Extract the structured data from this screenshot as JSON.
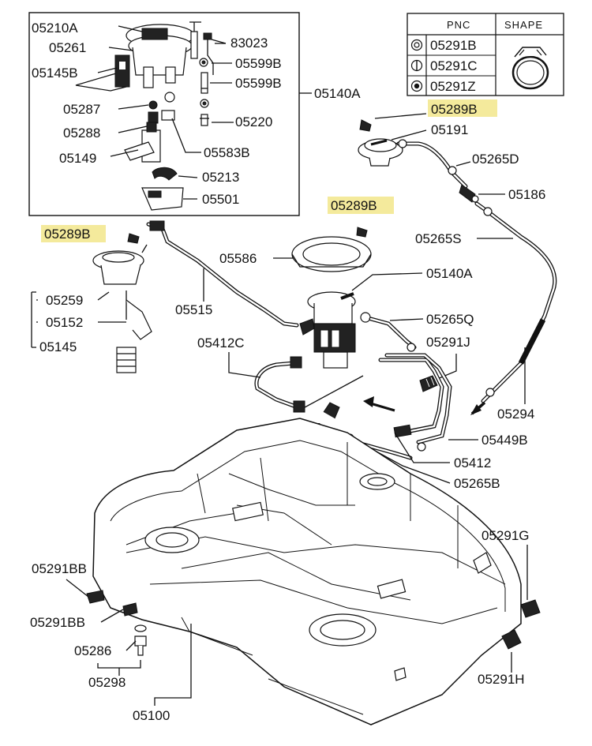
{
  "inset_labels": {
    "p05210A": "05210A",
    "p05261": "05261",
    "p05145B": "05145B",
    "p05287": "05287",
    "p05288": "05288",
    "p05149": "05149",
    "p83023": "83023",
    "p05599B_1": "05599B",
    "p05599B_2": "05599B",
    "p05220": "05220",
    "p05583B": "05583B",
    "p05213": "05213",
    "p05501": "05501",
    "p05140A_box": "05140A"
  },
  "legend": {
    "header_pnc": "PNC",
    "header_shape": "SHAPE",
    "rows": [
      "05291B",
      "05291C",
      "05291Z"
    ],
    "row_symbols": [
      "double-circle-icon",
      "circle-bar-icon",
      "dotted-circle-icon"
    ]
  },
  "labels": {
    "p05289B_top": "05289B",
    "p05191": "05191",
    "p05265D": "05265D",
    "p05186": "05186",
    "p05289B_mid": "05289B",
    "p05265S": "05265S",
    "p05289B_left": "05289B",
    "p05586": "05586",
    "p05140A": "05140A",
    "p05259": "05259",
    "p05515": "05515",
    "p05152": "05152",
    "p05145": "05145",
    "p05265Q": "05265Q",
    "p05412C": "05412C",
    "p05291J": "05291J",
    "p05294": "05294",
    "p05449B": "05449B",
    "p05412": "05412",
    "p05265B": "05265B",
    "p05291G": "05291G",
    "p05291BB_1": "05291BB",
    "p05291BB_2": "05291BB",
    "p05286": "05286",
    "p05298": "05298",
    "p05100": "05100",
    "p05291H": "05291H"
  },
  "highlight_color": "#f4ea9c"
}
